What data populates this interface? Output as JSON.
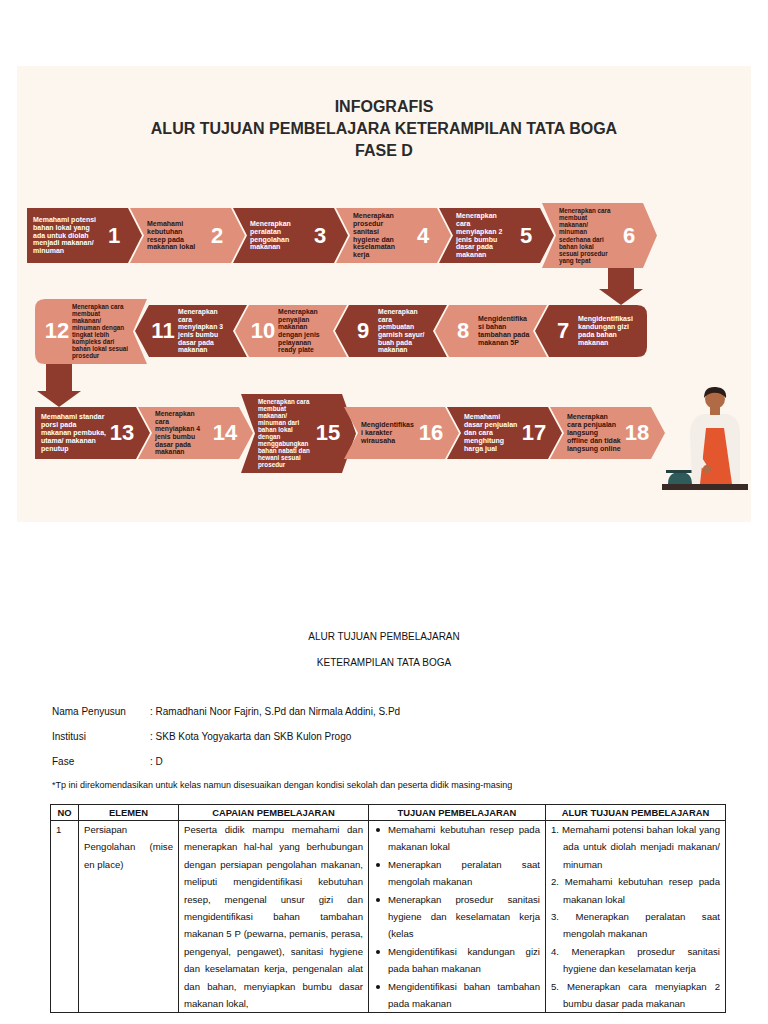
{
  "diagram": {
    "title": "INFOGRAFIS",
    "nodes": [
      {
        "text": [
          "Memahami potensi bahan lokal yang ada untuk diolah menjadi makanan/ minuman",
          "1"
        ]
      },
      {
        "text": [
          "Memahami kebutuhan resep pada makanan lokal",
          "2"
        ]
      },
      {
        "text": [
          "Menerapkan peralatan pengolahan makanan",
          "3"
        ]
      },
      {
        "text": [
          "Menerapkan prosedur sanitasi hygiene dan keselamatan kerja",
          "4"
        ]
      },
      {
        "text": [
          "Menerapkan cara menyiapkan 2 jenis bumbu dasar pada makanan",
          "5"
        ]
      },
      {
        "text": [
          "Menerapkan cara membuat makanan/ minuman sederhana dari bahan lokal sesuai prosedur yang tepat",
          "6"
        ]
      },
      {
        "text": [
          "Mengidentifikasi kandungan gizi pada bahan makanan",
          "7"
        ]
      },
      {
        "text": [
          "Mengidentifikasi bahan tambahan pada makanan 5P",
          "8"
        ]
      },
      {
        "text": [
          "Menerapkan cara pembuatan garnish sayur/ buah pada makanan",
          "9"
        ]
      },
      {
        "text": [
          "Menerapkan penyajian makanan dengan jenis pelayanan ready plate",
          "10"
        ]
      },
      {
        "text": [
          "Menerapkan cara menyiapkan 3 jenis bumbu dasar pada makanan",
          "11"
        ]
      },
      {
        "text": [
          "Menerapkan cara membuat makanan/ minuman dengan tingkat lebih kompleks dari bahan lokal sesuai prosedur",
          "12"
        ]
      },
      {
        "text": [
          "Memahami standar porsi pada makanan pembuka, utama/ makanan penutup",
          "13"
        ]
      },
      {
        "text": [
          "Menerapkan cara menyiapkan 4 jenis bumbu dasar pada makanan",
          "14"
        ]
      },
      {
        "text": [
          "Menerapkan cara membuat makanan/ minuman dari bahan lokal dengan menggabungkan bahan nabati dan hewani sesuai prosedur",
          "15"
        ]
      },
      {
        "text": [
          "Mengidentifikasi karakter wirausaha",
          "16"
        ]
      },
      {
        "text": [
          "Memahami dasar penjualan dan cara menghitung harga jual",
          "17"
        ]
      },
      {
        "text": [
          "Menerapkan cara penjualan langsung offline dan tidak langsung online",
          "18"
        ]
      }
    ],
    "edges": [
      {
        "from": 5,
        "to": 6,
        "arrow": "to"
      },
      {
        "from": 11,
        "to": 12,
        "arrow": "to"
      }
    ],
    "labels": [
      "ALUR TUJUAN PEMBELAJARA KETERAMPILAN TATA BOGA",
      "FASE D",
      "ALUR TUJUAN PEMBELAJARAN",
      "KETERAMPILAN TATA BOGA",
      "Nama Penyusun",
      ": Ramadhani Noor Fajrin, S.Pd dan Nirmala Addini, S.Pd",
      "Institusi",
      ": SKB Kota Yogyakarta dan SKB Kulon Progo",
      "Fase",
      ": D",
      "*Tp ini direkomendasikan untuk kelas namun disesuaikan dengan kondisi sekolah dan peserta didik masing-masing",
      "NO",
      "ELEMEN",
      "CAPAIAN PEMBELAJARAN",
      "TUJUAN PEMBELAJARAN",
      "ALUR TUJUAN PEMBELAJARAN",
      "1",
      "Persiapan Pengolahan (mise en place)",
      "Peserta didik mampu memahami dan menerapkan hal-hal yang berhubungan dengan persiapan pengolahan makanan, meliputi mengidentifikasi kebutuhan resep, mengenal unsur gizi dan mengidentifikasi bahan tambahan makanan 5 P (pewarna, pemanis, perasa, pengenyal, pengawet), sanitasi hygiene dan keselamatan kerja, pengenalan alat dan bahan, menyiapkan bumbu dasar makanan lokal,",
      "Memahami kebutuhan resep pada makanan lokal",
      "Menerapkan peralatan saat mengolah makanan",
      "Menerapkan prosedur sanitasi hygiene dan keselamatan kerja (kelas",
      "Mengidentifikasi kandungan gizi pada bahan makanan",
      "Mengidentifikasi bahan tambahan pada makanan",
      "1. Memahami potensi bahan lokal yang ada untuk diolah menjadi makanan/ minuman",
      "2. Memahami kebutuhan resep pada makanan lokal",
      "3. Menerapkan peralatan saat mengolah makanan",
      "4. Menerapkan prosedur sanitasi hygiene dan keselamatan kerja",
      "5. Menerapkan cara menyiapkan 2 bumbu dasar pada makanan"
    ]
  }
}
